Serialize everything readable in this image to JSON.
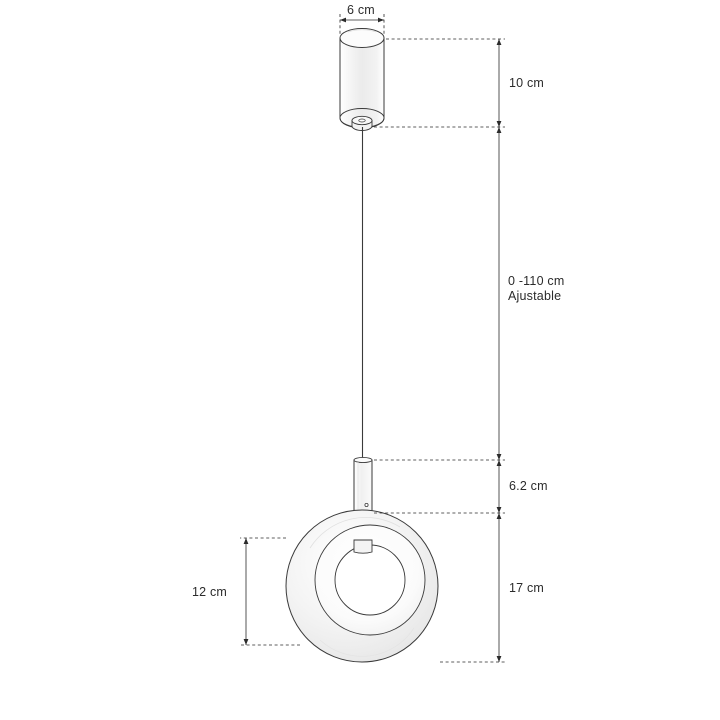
{
  "diagram": {
    "title": "Pendant lamp dimension drawing",
    "stroke_color": "#3a3a3a",
    "dimension_color": "#2b2b2b",
    "background": "#ffffff",
    "labels": {
      "canopy_width": "6 cm",
      "canopy_height": "10 cm",
      "cable_length_line1": "0 -110 cm",
      "cable_length_line2": "Ajustable",
      "stem_height": "6.2 cm",
      "ring_inner_height": "12 cm",
      "ring_outer_height": "17 cm"
    }
  }
}
